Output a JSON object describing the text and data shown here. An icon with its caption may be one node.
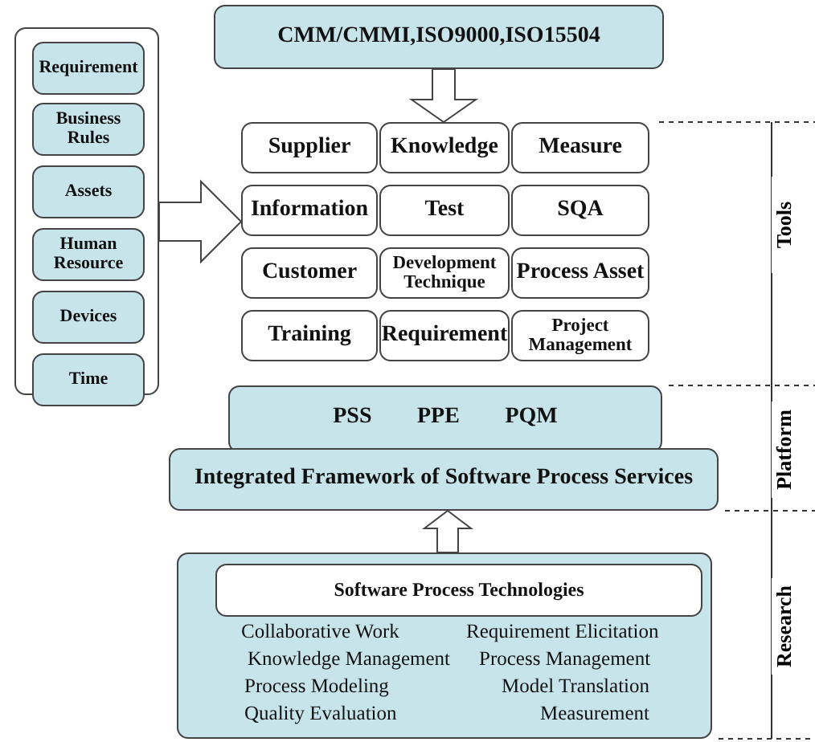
{
  "diagram": {
    "nodes": [
      {
        "text": [
          "CMM/CMMI,ISO9000,ISO15504"
        ]
      },
      {
        "text": [],
        "shape": "box"
      },
      {
        "text": [
          "Requirement"
        ],
        "in": 1
      },
      {
        "text": [
          "Business Rules"
        ],
        "in": 1
      },
      {
        "text": [
          "Assets"
        ],
        "in": 1
      },
      {
        "text": [
          "Human Resource"
        ],
        "in": 1
      },
      {
        "text": [
          "Devices"
        ],
        "in": 1
      },
      {
        "text": [
          "Time"
        ],
        "in": 1
      },
      {
        "text": [
          "Supplier"
        ]
      },
      {
        "text": [
          "Knowledge"
        ]
      },
      {
        "text": [
          "Measure"
        ]
      },
      {
        "text": [
          "Information"
        ]
      },
      {
        "text": [
          "Test"
        ]
      },
      {
        "text": [
          "SQA"
        ]
      },
      {
        "text": [
          "Customer"
        ]
      },
      {
        "text": [
          "Development Technique"
        ]
      },
      {
        "text": [
          "Process Asset"
        ]
      },
      {
        "text": [
          "Training"
        ]
      },
      {
        "text": [
          "Requirement"
        ]
      },
      {
        "text": [
          "Project Management"
        ]
      },
      {
        "text": [
          "PSS",
          "PPE",
          "PQM"
        ]
      },
      {
        "text": [
          "Integrated Framework of Software Process Services"
        ]
      },
      {
        "text": [],
        "shape": "box"
      },
      {
        "text": [
          "Software Process Technologies"
        ],
        "in": 22
      }
    ],
    "edges": [
      {
        "from": 0,
        "to": 9,
        "arrow": "to"
      },
      {
        "from": 1,
        "to": 11,
        "arrow": "to"
      },
      {
        "from": 22,
        "to": 21,
        "arrow": "to"
      }
    ],
    "labels": [
      "Tools",
      "Platform",
      "Research",
      "Collaborative Work",
      "Requirement Elicitation",
      "Knowledge Management",
      "Process Management",
      "Process Modeling",
      "Model Translation",
      "Quality Evaluation",
      "Measurement"
    ]
  }
}
